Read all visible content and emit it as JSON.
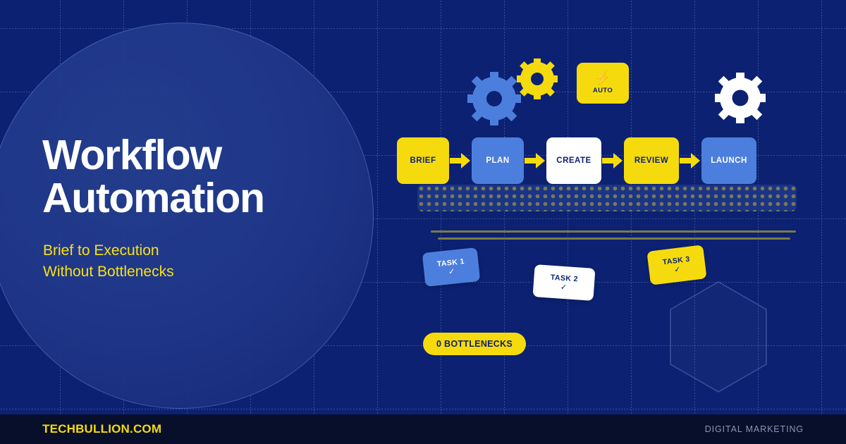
{
  "meta": {
    "background_color": "#0c2172",
    "accent_yellow": "#f5db0d",
    "accent_blue": "#4c7fdd",
    "white": "#ffffff"
  },
  "headline": {
    "line1": "Workflow",
    "line2": "Automation"
  },
  "subhead": {
    "line1": "Brief to Execution",
    "line2": "Without Bottlenecks"
  },
  "auto_badge": {
    "icon": "lightning-bolt-icon",
    "glyph": "⚡",
    "label": "AUTO",
    "color": "#f5db0d"
  },
  "gears": [
    {
      "name": "blue-gear",
      "color": "#4c7fdd"
    },
    {
      "name": "yellow-gear",
      "color": "#f5db0d"
    },
    {
      "name": "white-gear",
      "color": "#ffffff"
    }
  ],
  "pipeline": {
    "nodes": [
      {
        "label": "BRIEF",
        "style": "yellow"
      },
      {
        "label": "PLAN",
        "style": "blue"
      },
      {
        "label": "CREATE",
        "style": "white"
      },
      {
        "label": "REVIEW",
        "style": "yellow"
      },
      {
        "label": "LAUNCH",
        "style": "blue"
      }
    ],
    "arrow_icon": "arrow-right-icon",
    "arrow_color": "#f5db0d"
  },
  "tasks": [
    {
      "label": "TASK 1",
      "check": "✓",
      "style": "blue"
    },
    {
      "label": "TASK 2",
      "check": "✓",
      "style": "white"
    },
    {
      "label": "TASK 3",
      "check": "✓",
      "style": "yellow"
    }
  ],
  "bottleneck_badge": {
    "label": "0 BOTTLENECKS",
    "count": 0,
    "color": "#f5db0d"
  },
  "footer": {
    "brand": "TECHBULLION.COM",
    "category": "DIGITAL MARKETING"
  }
}
